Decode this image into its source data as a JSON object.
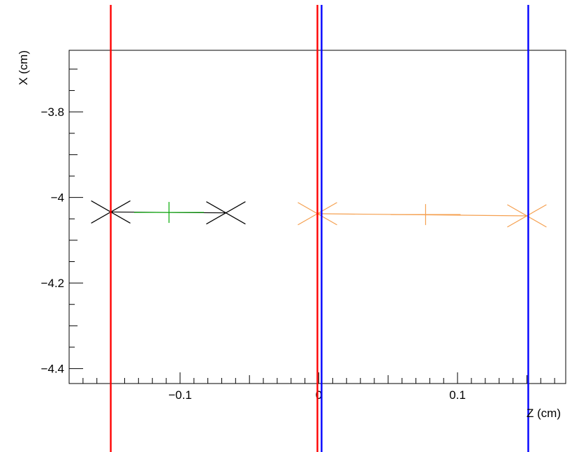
{
  "chart_data": {
    "type": "scatter",
    "title": "",
    "xlabel": "Z (cm)",
    "ylabel": "X (cm)",
    "xlim": [
      -0.18,
      0.178
    ],
    "ylim": [
      -4.435,
      -3.656
    ],
    "grid": false,
    "legend": "none",
    "x_ticks": [
      {
        "value": -0.1,
        "label": "−0.1"
      },
      {
        "value": 0,
        "label": "0"
      },
      {
        "value": 0.1,
        "label": "0.1"
      }
    ],
    "y_ticks": [
      {
        "value": -3.8,
        "label": "−3.8"
      },
      {
        "value": -4,
        "label": "−4"
      },
      {
        "value": -4.2,
        "label": "−4.2"
      },
      {
        "value": -4.4,
        "label": "−4.4"
      }
    ],
    "vertical_lines": [
      {
        "x": -0.15,
        "color": "#ff0000"
      },
      {
        "x": -0.001,
        "color": "#ff0000"
      },
      {
        "x": 0.002,
        "color": "#0000ff"
      },
      {
        "x": 0.151,
        "color": "#0000ff"
      }
    ],
    "segments": [
      {
        "color": "#000000",
        "endpoints": [
          {
            "x": -0.15,
            "y": -4.034
          },
          {
            "x": -0.067,
            "y": -4.036
          }
        ],
        "mid": {
          "x": -0.108,
          "y": -4.035,
          "color": "#00aa00"
        }
      },
      {
        "color": "#f5a050",
        "endpoints": [
          {
            "x": -0.001,
            "y": -4.038
          },
          {
            "x": 0.15,
            "y": -4.043
          }
        ],
        "mid": {
          "x": 0.077,
          "y": -4.04,
          "color": "#f5a050"
        }
      }
    ]
  }
}
